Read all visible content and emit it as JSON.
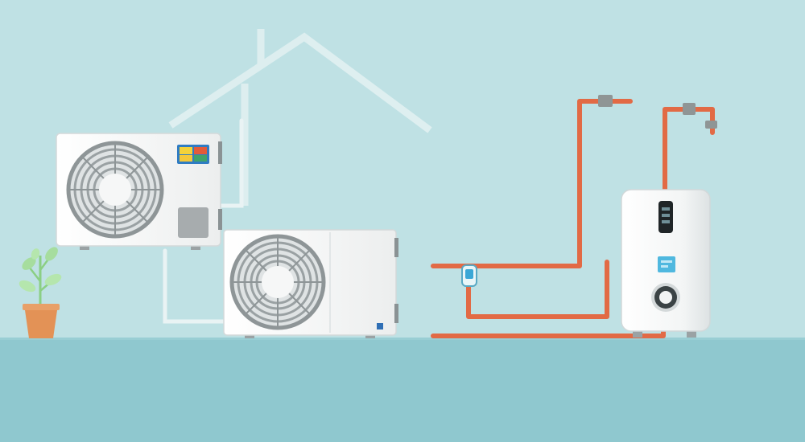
{
  "scene": {
    "title": "",
    "colors": {
      "sky": "#bfe1e4",
      "floor": "#8fc8cf",
      "house_outline": "#e3f1f2",
      "pipe": "#e26a45",
      "pipe_joint": "#8f9595",
      "unit_body": "#f7f8f8",
      "fan_grille": "#8e9597",
      "plant_pot": "#e39256",
      "plant_leaf": "#a6dd9e",
      "display_blue": "#4fb8df"
    },
    "icons": [
      "house-outline",
      "plant-icon",
      "outdoor-unit-upper",
      "outdoor-unit-lower",
      "water-heater",
      "pipe-valve"
    ]
  }
}
